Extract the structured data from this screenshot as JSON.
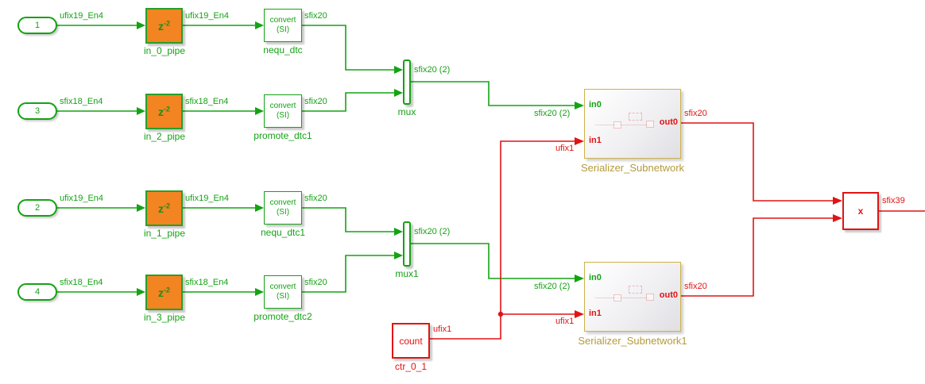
{
  "colors": {
    "signal_green": "#14a314",
    "signal_red": "#e01414",
    "pipe_orange": "#f28422",
    "subsystem_border_gold": "#cdb14c",
    "subsystem_label_gold": "#b49a3c"
  },
  "rows": [
    {
      "port": "1",
      "sig_in": "ufix19_En4",
      "pipe_name": "in_0_pipe",
      "sig_mid": "ufix19_En4",
      "conv_name": "nequ_dtc",
      "sig_out": "sfix20"
    },
    {
      "port": "3",
      "sig_in": "sfix18_En4",
      "pipe_name": "in_2_pipe",
      "sig_mid": "sfix18_En4",
      "conv_name": "promote_dtc1",
      "sig_out": "sfix20"
    },
    {
      "port": "2",
      "sig_in": "ufix19_En4",
      "pipe_name": "in_1_pipe",
      "sig_mid": "ufix19_En4",
      "conv_name": "nequ_dtc1",
      "sig_out": "sfix20"
    },
    {
      "port": "4",
      "sig_in": "sfix18_En4",
      "pipe_name": "in_3_pipe",
      "sig_mid": "sfix18_En4",
      "conv_name": "promote_dtc2",
      "sig_out": "sfix20"
    }
  ],
  "pipe_symbol": {
    "base": "z",
    "exponent": "-2"
  },
  "convert": {
    "line1": "convert",
    "line2": "(SI)"
  },
  "muxes": [
    {
      "name": "mux",
      "out_sig": "sfix20 (2)",
      "in0_sig": "sfix20 (2)"
    },
    {
      "name": "mux1",
      "out_sig": "sfix20 (2)",
      "in0_sig": "sfix20 (2)"
    }
  ],
  "subnetworks": [
    {
      "name": "Serializer_Subnetwork",
      "in0": "in0",
      "in1": "in1",
      "out0": "out0",
      "in1_sig": "ufix1",
      "out_sig": "sfix20"
    },
    {
      "name": "Serializer_Subnetwork1",
      "in0": "in0",
      "in1": "in1",
      "out0": "out0",
      "in1_sig": "ufix1",
      "out_sig": "sfix20"
    }
  ],
  "counter": {
    "label": "count",
    "name": "ctr_0_1",
    "out_sig": "ufix1"
  },
  "product": {
    "label": "x",
    "out_sig": "sfix39"
  }
}
